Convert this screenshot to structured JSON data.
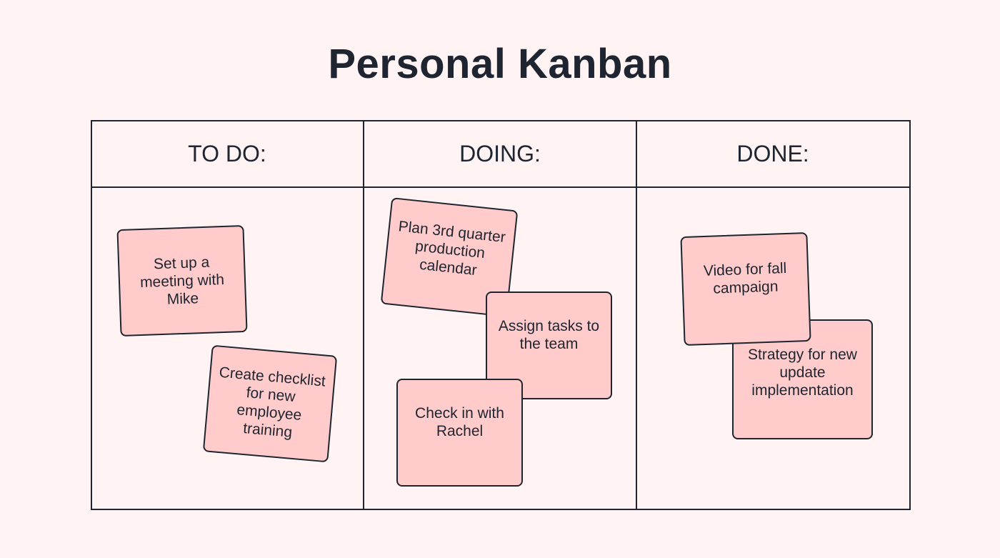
{
  "title": "Personal Kanban",
  "columns": [
    {
      "label": "TO DO:"
    },
    {
      "label": "DOING:"
    },
    {
      "label": "DONE:"
    }
  ],
  "notes": {
    "todo": [
      "Set up a meeting with Mike",
      "Create checklist for new employee training"
    ],
    "doing": [
      "Plan 3rd quarter production calendar",
      "Assign tasks to the team",
      "Check in with Rachel"
    ],
    "done": [
      "Strategy for new update implementation",
      "Video for fall campaign"
    ]
  },
  "colors": {
    "background": "#fff4f3",
    "note": "#ffcccb",
    "ink": "#1e2430"
  }
}
